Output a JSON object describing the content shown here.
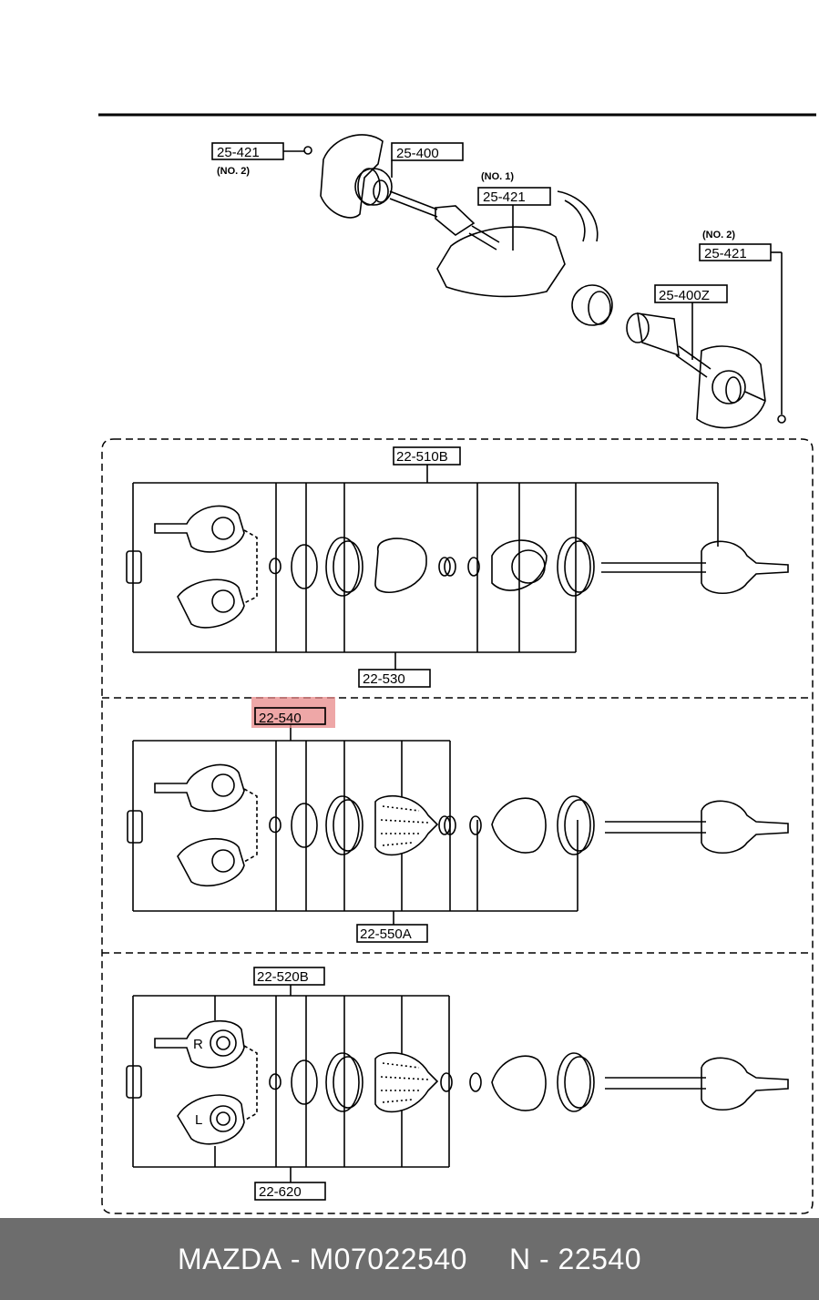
{
  "labels": {
    "top_25421_no2_left": "25-421",
    "top_no2_left": "(NO. 2)",
    "top_25400": "25-400",
    "top_no1": "(NO. 1)",
    "top_25421_no1": "25-421",
    "top_no2_right": "(NO. 2)",
    "top_25421_no2_right": "25-421",
    "top_25400z": "25-400Z",
    "sec1_top": "22-510B",
    "sec1_bottom": "22-530",
    "sec2_top": "22-540",
    "sec2_bottom": "22-550A",
    "sec3_top": "22-520B",
    "sec3_bottom": "22-620",
    "joint_r": "R",
    "joint_l": "L"
  },
  "highlight": {
    "label": "22-540",
    "color": "#e8898a"
  },
  "footer": {
    "brand": "MAZDA",
    "part_number": "M07022540",
    "ref": "N - 22540",
    "background": "#6d6d6d"
  }
}
